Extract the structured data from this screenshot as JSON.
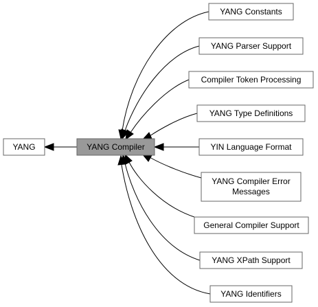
{
  "diagram": {
    "center_node": "YANG Compiler",
    "parent_node": "YANG",
    "child_nodes": [
      {
        "id": "constants",
        "label": "YANG Constants"
      },
      {
        "id": "parser",
        "label": "YANG Parser Support"
      },
      {
        "id": "token",
        "label": "Compiler Token Processing"
      },
      {
        "id": "types",
        "label": "YANG Type Definitions"
      },
      {
        "id": "yin",
        "label": "YIN Language Format"
      },
      {
        "id": "errors",
        "label_line1": "YANG Compiler Error",
        "label_line2": "Messages"
      },
      {
        "id": "general",
        "label": "General Compiler Support"
      },
      {
        "id": "xpath",
        "label": "YANG XPath Support"
      },
      {
        "id": "identifiers",
        "label": "YANG Identifiers"
      }
    ]
  }
}
